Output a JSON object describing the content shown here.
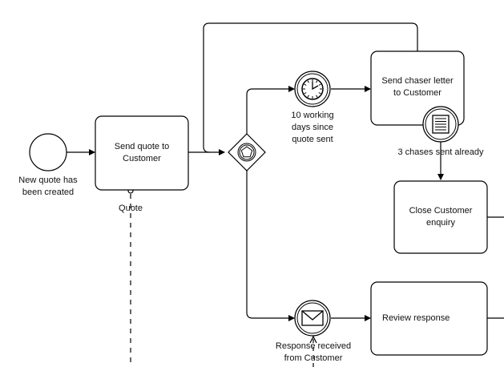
{
  "start_event": {
    "label": "New quote has\nbeen created"
  },
  "tasks": {
    "send_quote": "Send quote to\nCustomer",
    "send_chaser": "Send chaser letter\nto Customer",
    "close_enquiry": "Close Customer\nenquiry",
    "review_response": "Review response"
  },
  "events": {
    "timer": "10 working\ndays since\nquote sent",
    "conditional": "3 chases sent already",
    "message": "Response received\nfrom Customer"
  },
  "data_output": "Quote"
}
